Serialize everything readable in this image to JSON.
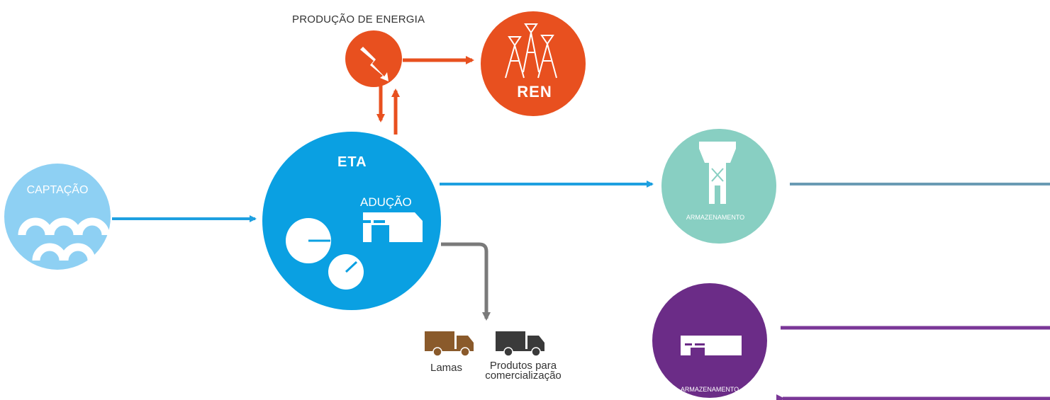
{
  "labels": {
    "energy_production": "PRODUÇÃO DE ENERGIA",
    "ren": "REN",
    "eta": "ETA",
    "aducao": "ADUÇÃO",
    "captacao": "CAPTAÇÃO",
    "armazenamento_1": "ARMAZENAMENTO",
    "armazenamento_2": "ARMAZENAMENTO",
    "lamas": "Lamas",
    "produtos": "Produtos para comercialização"
  },
  "colors": {
    "captacao": "#8ed0f3",
    "eta": "#0aa0e2",
    "energy": "#e8501f",
    "storage_teal": "#88cfc2",
    "storage_purple": "#6b2c87",
    "pipe_blue": "#1ea0e0",
    "pipe_steel": "#6a9bb4",
    "pipe_purple": "#7a3797",
    "pipe_gray": "#7a7a7a",
    "truck_brown": "#8a5a2b",
    "truck_dark": "#3a3a3a"
  },
  "icons": {
    "captacao": "water-intake-arches-icon",
    "energy": "lightning-bolt-icon",
    "ren": "power-pylons-icon",
    "eta_left": "gauge-icon",
    "eta_aducao": "building-icon",
    "storage_1": "water-tower-icon",
    "storage_2": "reservoir-building-icon",
    "truck_lamas": "truck-icon",
    "truck_produtos": "truck-icon"
  }
}
